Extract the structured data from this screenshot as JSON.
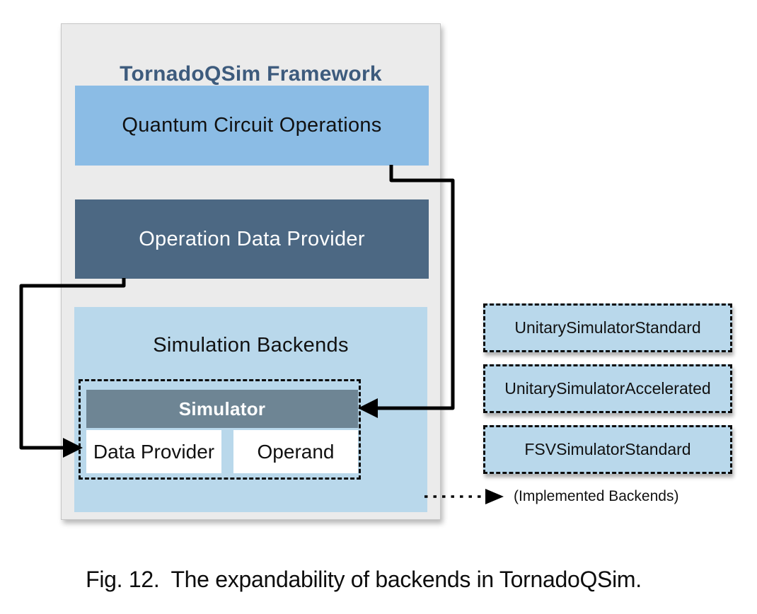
{
  "framework": {
    "title": "TornadoQSim Framework",
    "blocks": {
      "quantum_circuit_operations": "Quantum Circuit Operations",
      "operation_data_provider": "Operation Data Provider",
      "simulation_backends": "Simulation Backends"
    },
    "simulator": {
      "title": "Simulator",
      "children": [
        "Data Provider",
        "Operand"
      ]
    }
  },
  "implemented_backends": {
    "items": [
      "UnitarySimulatorStandard",
      "UnitarySimulatorAccelerated",
      "FSVSimulatorStandard"
    ],
    "label": "(Implemented Backends)"
  },
  "caption": {
    "prefix": "Fig. 12.",
    "text": "The expandability of backends in TornadoQSim."
  },
  "colors": {
    "framework_bg": "#ebebeb",
    "operations_blue": "#8bbce5",
    "provider_slate": "#4c6883",
    "backends_light_blue": "#b9d8eb",
    "simulator_gray": "#6e8594",
    "title_text": "#3d5b7d",
    "arrow": "#000000"
  }
}
